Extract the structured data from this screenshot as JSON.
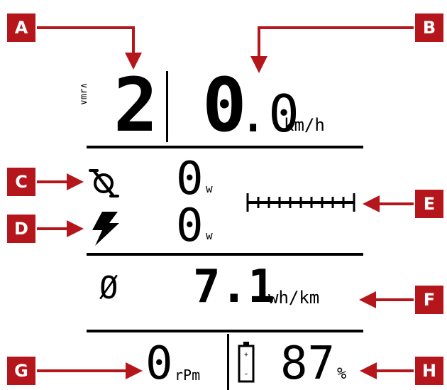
{
  "colors": {
    "callout": "#b5161b",
    "lcd_ink": "#000000",
    "background": "#ffffff"
  },
  "callouts": {
    "a": "A",
    "b": "B",
    "c": "C",
    "d": "D",
    "e": "E",
    "f": "F",
    "g": "G",
    "h": "H"
  },
  "display": {
    "assist": {
      "side_label": "∨mr∧",
      "level": "2"
    },
    "speed": {
      "integer": "0",
      "decimal": ".0",
      "unit": "km/h"
    },
    "rider_power": {
      "icon": "cadence-icon",
      "value": "0",
      "unit": "w"
    },
    "motor_power": {
      "icon": "lightning-icon",
      "value": "0",
      "unit": "w"
    },
    "power_bar": {
      "segments": 10
    },
    "consumption": {
      "symbol": "Ø",
      "value": "7.1",
      "unit": "wh/km"
    },
    "cadence": {
      "value": "0",
      "unit": "rPm"
    },
    "battery": {
      "icon": "battery-icon",
      "value": "87",
      "unit": "%"
    }
  }
}
